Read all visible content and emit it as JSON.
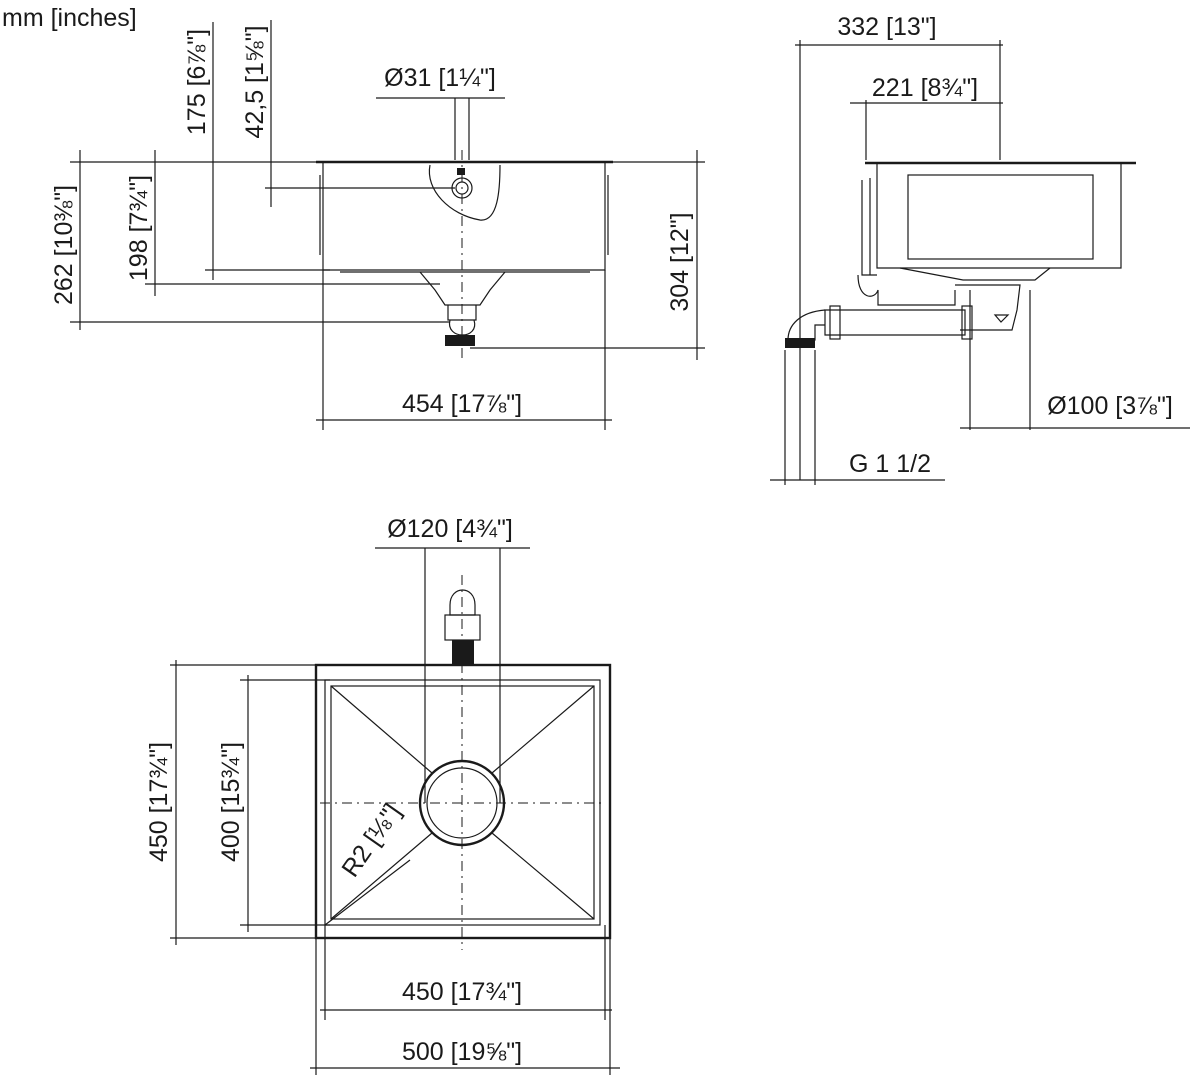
{
  "units_label": "mm [inches]",
  "front_view": {
    "dim_262": "262 [10⅜\"]",
    "dim_198": "198 [7¾\"]",
    "dim_175": "175 [6⅞\"]",
    "dim_42_5": "42,5 [1⅝\"]",
    "dim_overflow": "Ø31 [1¼\"]",
    "dim_304": "304 [12\"]",
    "dim_454": "454 [17⅞\"]"
  },
  "side_view": {
    "dim_332": "332 [13\"]",
    "dim_221": "221 [8¾\"]",
    "dim_drain": "Ø100 [3⅞\"]",
    "dim_thread": "G 1 1/2"
  },
  "plan_view": {
    "dim_tap": "Ø120 [4¾\"]",
    "dim_450_v": "450 [17¾\"]",
    "dim_400_v": "400 [15¾\"]",
    "dim_radius": "R2 [⅛\"]",
    "dim_450_h": "450 [17¾\"]",
    "dim_500_h": "500 [19⅝\"]"
  }
}
